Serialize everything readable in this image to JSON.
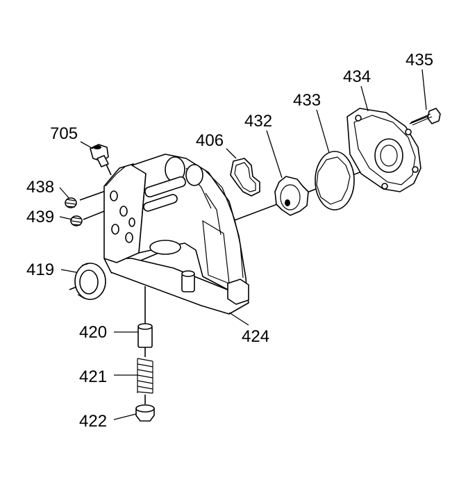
{
  "diagram": {
    "callouts": {
      "c705": "705",
      "c438": "438",
      "c439": "439",
      "c419": "419",
      "c406": "406",
      "c432": "432",
      "c433": "433",
      "c434": "434",
      "c435": "435",
      "c424": "424",
      "c420": "420",
      "c421": "421",
      "c422": "422"
    }
  }
}
